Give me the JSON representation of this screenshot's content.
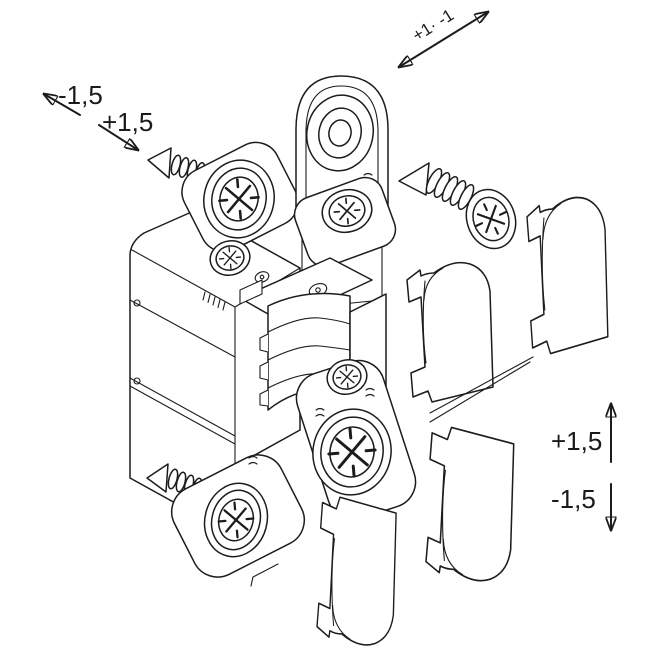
{
  "figure": {
    "background": "#ffffff",
    "line_color": "#1c1c1c",
    "subject": "Exploded-view line drawing of a concealed adjustable hinge with fixing screw and four cover caps"
  },
  "annotations": {
    "depth_adjust": {
      "label": "+1· -1",
      "icon": "double-arrow-diagonal"
    },
    "side_adjust_minus": {
      "label": "-1,5",
      "icon": "arrow-up-left"
    },
    "side_adjust_plus": {
      "label": "+1,5",
      "icon": "arrow-down-right"
    },
    "height_adjust_plus": {
      "label": "+1,5",
      "icon": "arrow-up"
    },
    "height_adjust_minus": {
      "label": "-1,5",
      "icon": "arrow-down"
    }
  }
}
